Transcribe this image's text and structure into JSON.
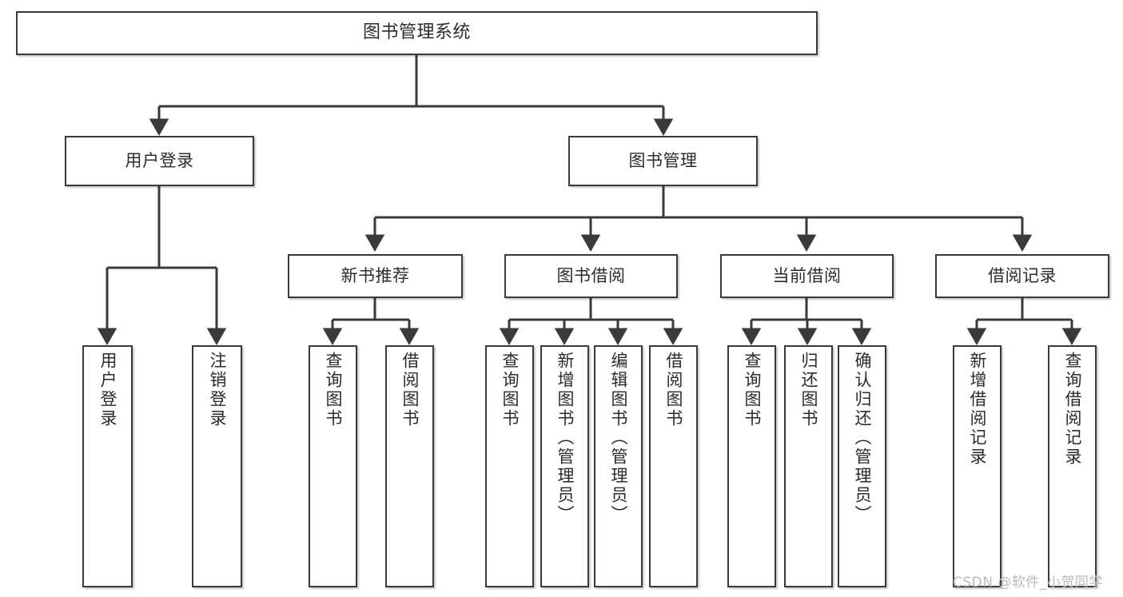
{
  "diagram": {
    "title": "图书管理系统",
    "type": "tree",
    "orientation": "top-down",
    "root": {
      "id": "root",
      "label": "图书管理系统"
    },
    "level2": [
      {
        "id": "user-login",
        "label": "用户登录"
      },
      {
        "id": "book-manage",
        "label": "图书管理"
      }
    ],
    "level3": [
      {
        "id": "new-book-rec",
        "label": "新书推荐",
        "parent": "book-manage"
      },
      {
        "id": "book-borrow",
        "label": "图书借阅",
        "parent": "book-manage"
      },
      {
        "id": "current-borrow",
        "label": "当前借阅",
        "parent": "book-manage"
      },
      {
        "id": "borrow-record",
        "label": "借阅记录",
        "parent": "book-manage"
      }
    ],
    "leaves": [
      {
        "id": "leaf-user-login",
        "label": "用户登录",
        "parent": "user-login"
      },
      {
        "id": "leaf-logout",
        "label": "注销登录",
        "parent": "user-login"
      },
      {
        "id": "leaf-query-book-1",
        "label": "查询图书",
        "parent": "new-book-rec"
      },
      {
        "id": "leaf-borrow-book-1",
        "label": "借阅图书",
        "parent": "new-book-rec"
      },
      {
        "id": "leaf-query-book-2",
        "label": "查询图书",
        "parent": "book-borrow"
      },
      {
        "id": "leaf-add-book",
        "label": "新增图书（管理员）",
        "parent": "book-borrow"
      },
      {
        "id": "leaf-edit-book",
        "label": "编辑图书（管理员）",
        "parent": "book-borrow"
      },
      {
        "id": "leaf-borrow-book-2",
        "label": "借阅图书",
        "parent": "book-borrow"
      },
      {
        "id": "leaf-query-book-3",
        "label": "查询图书",
        "parent": "current-borrow"
      },
      {
        "id": "leaf-return-book",
        "label": "归还图书",
        "parent": "current-borrow"
      },
      {
        "id": "leaf-confirm-return",
        "label": "确认归还（管理员）",
        "parent": "current-borrow"
      },
      {
        "id": "leaf-add-record",
        "label": "新增借阅记录",
        "parent": "borrow-record"
      },
      {
        "id": "leaf-query-record",
        "label": "查询借阅记录",
        "parent": "borrow-record"
      }
    ]
  },
  "watermark": {
    "text": "CSDN @软件_小贺同学"
  },
  "colors": {
    "box_border": "#3a3a3a",
    "box_fill": "#ffffff",
    "text": "#2b2b2b",
    "connector": "#3a3a3a",
    "watermark": "#b9b9b9",
    "background": "#ffffff"
  }
}
